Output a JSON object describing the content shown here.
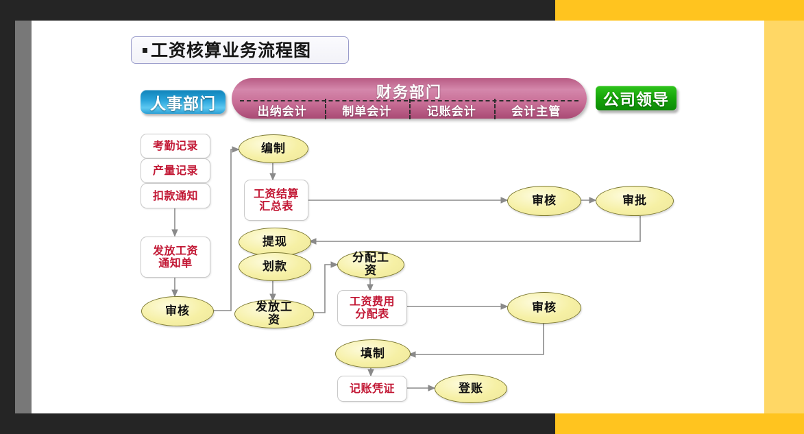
{
  "slide": {
    "title": "工资核算业务流程图",
    "bullet": "square-bullet"
  },
  "departments": {
    "hr": "人事部门",
    "finance": "财务部门",
    "finance_roles": [
      "出纳会计",
      "制单会计",
      "记账会计",
      "会计主管"
    ],
    "leader": "公司领导"
  },
  "colors": {
    "background": "#252525",
    "side_band": "#FFC41F",
    "side_band_light": "#FFD765",
    "gray_band": "#787878",
    "slide": "#FFFFFF",
    "hr_badge": "#2BA6DC",
    "finance_banner": "#C96F97",
    "leader_badge": "#16A509",
    "document_text": "#C21835",
    "oval_fill": "#F6F0A5",
    "oval_border": "#7D7A33",
    "connector": "#8A8A8A",
    "title_border": "#9A9CCB"
  },
  "nodes": {
    "attendance_record": "考勤记录",
    "output_record": "产量记录",
    "deduction_notice": "扣款通知",
    "payroll_notice": "发放工资\n通知单",
    "hr_review": "审核",
    "prepare": "编制",
    "payroll_summary": "工资结算\n汇总表",
    "withdraw": "提现",
    "transfer": "划款",
    "pay_salary": "发放工\n资",
    "fin_review": "审核",
    "approve": "审批",
    "allocate_salary": "分配工\n资",
    "cost_allocation_table": "工资费用\n分配表",
    "allocation_review": "审核",
    "fill_in": "填制",
    "voucher": "记账凭证",
    "post_book": "登账"
  },
  "chart_data": {
    "type": "diagram",
    "title": "工资核算业务流程图",
    "swimlanes": [
      "人事部门",
      "财务部门",
      "公司领导"
    ],
    "finance_sublanes": [
      "出纳会计",
      "制单会计",
      "记账会计",
      "会计主管"
    ],
    "node_shapes": {
      "document": [
        "考勤记录",
        "产量记录",
        "扣款通知",
        "发放工资通知单",
        "工资结算汇总表",
        "工资费用分配表",
        "记账凭证"
      ],
      "process_oval": [
        "审核",
        "编制",
        "提现",
        "划款",
        "发放工资",
        "审批",
        "分配工资",
        "填制",
        "登账"
      ]
    },
    "edges": [
      {
        "from": "扣款通知",
        "to": "发放工资通知单"
      },
      {
        "from": "发放工资通知单",
        "to": "审核(人事)"
      },
      {
        "from": "审核(人事)",
        "to": "编制"
      },
      {
        "from": "编制",
        "to": "工资结算汇总表"
      },
      {
        "from": "工资结算汇总表",
        "to": "审核(会计主管)"
      },
      {
        "from": "审核(会计主管)",
        "to": "审批"
      },
      {
        "from": "审批",
        "to": "提现"
      },
      {
        "from": "划款",
        "to": "发放工资"
      },
      {
        "from": "发放工资",
        "to": "分配工资"
      },
      {
        "from": "分配工资",
        "to": "工资费用分配表"
      },
      {
        "from": "工资费用分配表",
        "to": "审核(记账)"
      },
      {
        "from": "审核(记账)",
        "to": "填制"
      },
      {
        "from": "填制",
        "to": "记账凭证"
      },
      {
        "from": "记账凭证",
        "to": "登账"
      }
    ]
  }
}
